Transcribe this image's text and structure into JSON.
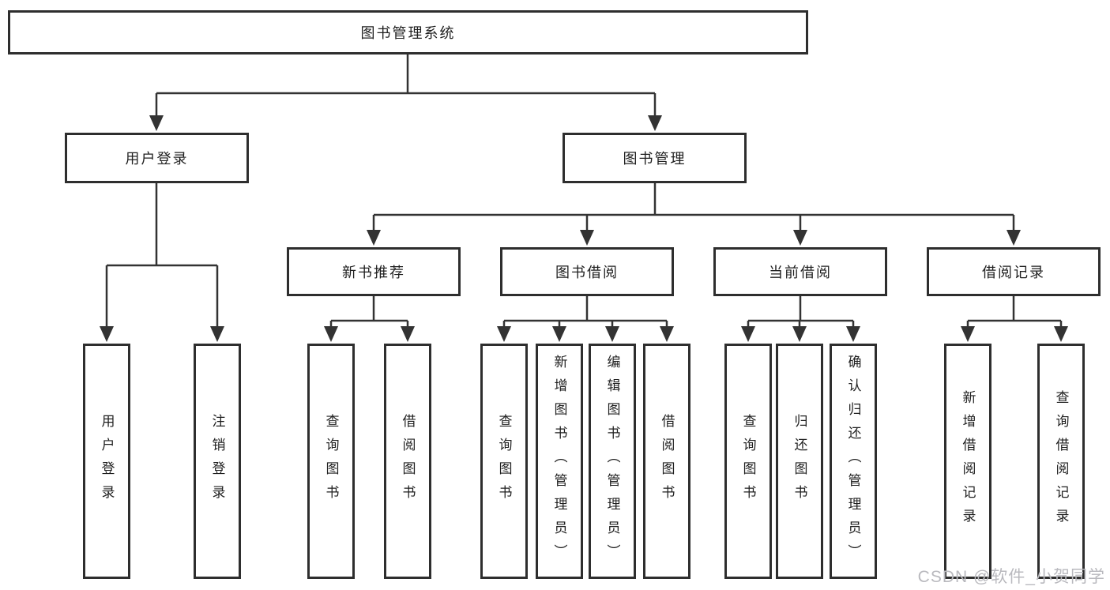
{
  "tree": {
    "root": {
      "label": "图书管理系统"
    },
    "level2": [
      {
        "label": "用户登录",
        "children": [
          {
            "label": "用户登录"
          },
          {
            "label": "注销登录"
          }
        ]
      },
      {
        "label": "图书管理",
        "children": [
          {
            "label": "新书推荐",
            "children": [
              {
                "label": "查询图书"
              },
              {
                "label": "借阅图书"
              }
            ]
          },
          {
            "label": "图书借阅",
            "children": [
              {
                "label": "查询图书"
              },
              {
                "label": "新增图书（管理员）"
              },
              {
                "label": "编辑图书（管理员）"
              },
              {
                "label": "借阅图书"
              }
            ]
          },
          {
            "label": "当前借阅",
            "children": [
              {
                "label": "查询图书"
              },
              {
                "label": "归还图书"
              },
              {
                "label": "确认归还（管理员）"
              }
            ]
          },
          {
            "label": "借阅记录",
            "children": [
              {
                "label": "新增借阅记录"
              },
              {
                "label": "查询借阅记录"
              }
            ]
          }
        ]
      }
    ]
  },
  "watermark": {
    "text": "CSDN @软件_小贺同学"
  },
  "colors": {
    "line": "#333333",
    "box_border": "#2e2e2e",
    "text": "#1f1f1f",
    "background": "#ffffff",
    "watermark": "#b9b9be"
  }
}
